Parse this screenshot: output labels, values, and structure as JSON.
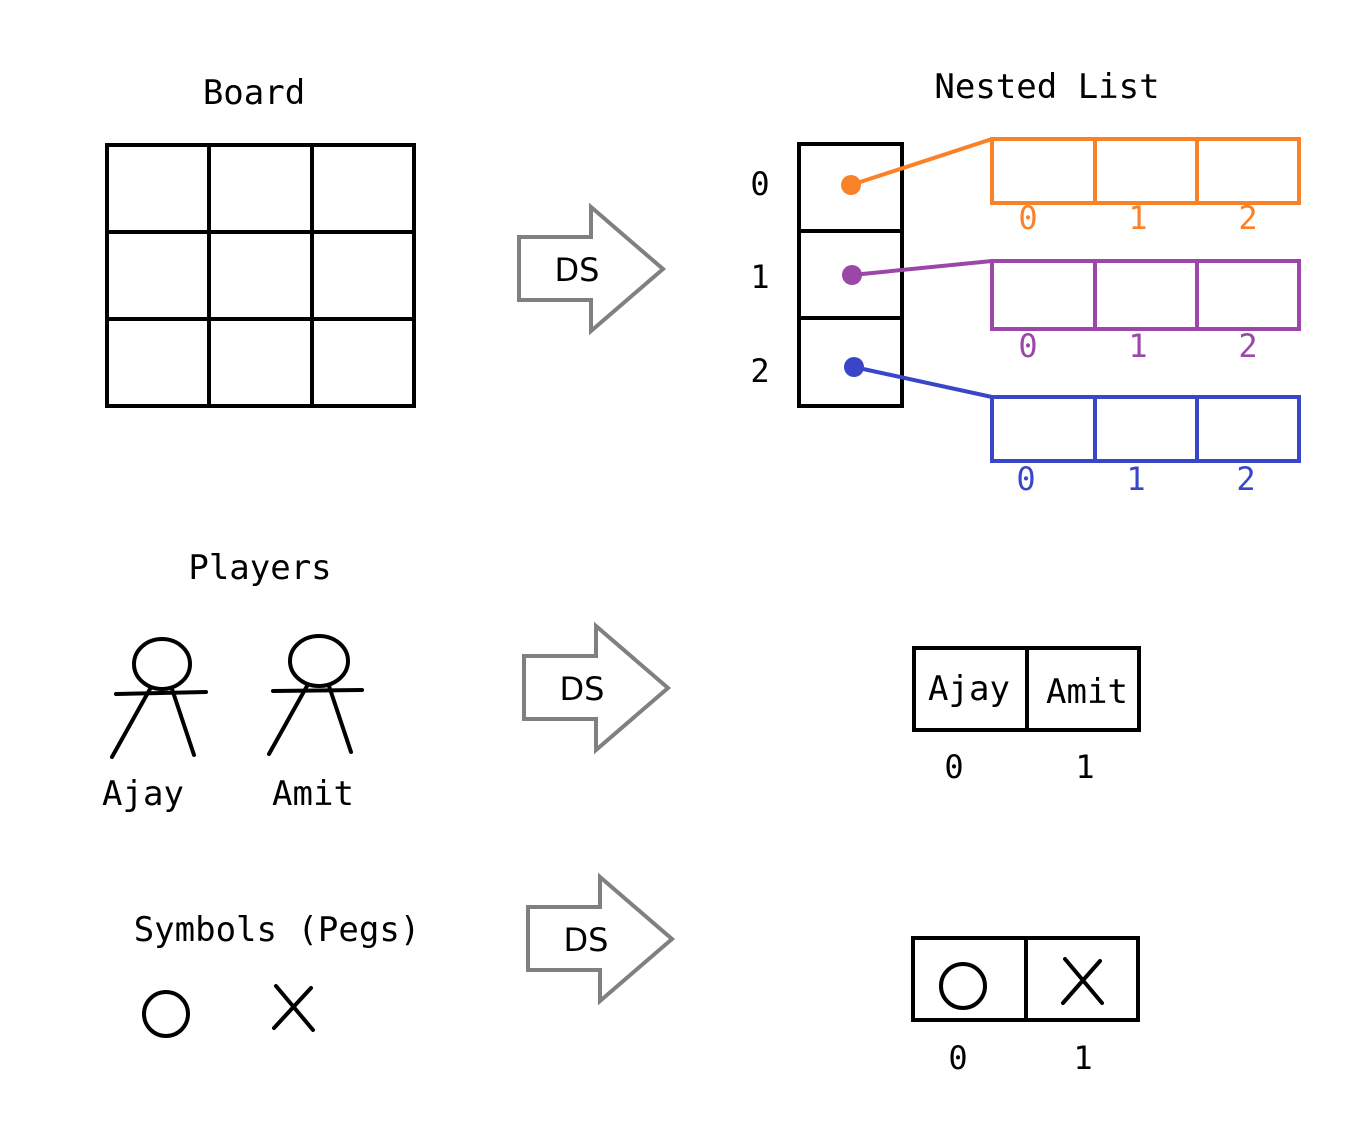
{
  "board": {
    "title": "Board"
  },
  "nested_list": {
    "title": "Nested List",
    "outer_indices": [
      "0",
      "1",
      "2"
    ],
    "rows": [
      {
        "color": "#F98228",
        "indices": [
          "0",
          "1",
          "2"
        ]
      },
      {
        "color": "#9B47A8",
        "indices": [
          "0",
          "1",
          "2"
        ]
      },
      {
        "color": "#3A46C8",
        "indices": [
          "0",
          "1",
          "2"
        ]
      }
    ]
  },
  "arrows": {
    "label": "DS",
    "color": "#808080"
  },
  "players": {
    "title": "Players",
    "names": [
      "Ajay",
      "Amit"
    ],
    "list_values": [
      "Ajay",
      "Amit"
    ],
    "list_indices": [
      "0",
      "1"
    ]
  },
  "symbols": {
    "title": "Symbols (Pegs)",
    "items": [
      "circle-icon",
      "cross-icon"
    ],
    "list_indices": [
      "0",
      "1"
    ]
  }
}
